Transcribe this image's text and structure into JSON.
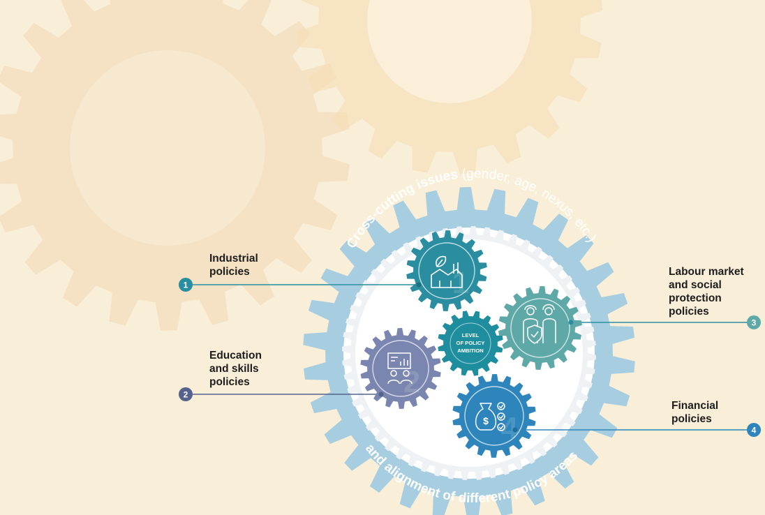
{
  "diagram": {
    "center_gear": {
      "lines": [
        "LEVEL",
        "OF POLICY",
        "AMBITION"
      ],
      "color": "#1e8d9e"
    },
    "outer_ring": {
      "top_text_strong": "Cross-cutting issues",
      "top_text_light": " (gender, age, nexus, etc.)",
      "bottom_text": "and alignment of different policy areas",
      "color": "#a6cde0"
    },
    "policies": [
      {
        "number": "1",
        "line1": "Industrial",
        "line2": "policies",
        "line3": "",
        "line4": "",
        "color": "#2a8ea0",
        "icon": "factory-leaf-icon"
      },
      {
        "number": "2",
        "line1": "Education",
        "line2": "and skills",
        "line3": "policies",
        "line4": "",
        "color": "#7a86b0",
        "icon": "classroom-icon"
      },
      {
        "number": "3",
        "line1": "Labour market",
        "line2": "and social",
        "line3": "protection",
        "line4": "policies",
        "color": "#5ea9a7",
        "icon": "workers-shield-icon"
      },
      {
        "number": "4",
        "line1": "Financial",
        "line2": "policies",
        "line3": "",
        "line4": "",
        "color": "#2e85bb",
        "icon": "money-bag-checklist-icon"
      }
    ],
    "colors": {
      "background": "#f9efd9",
      "background_gears": "#f3dcbc",
      "label_text": "#1c1c1c"
    }
  }
}
